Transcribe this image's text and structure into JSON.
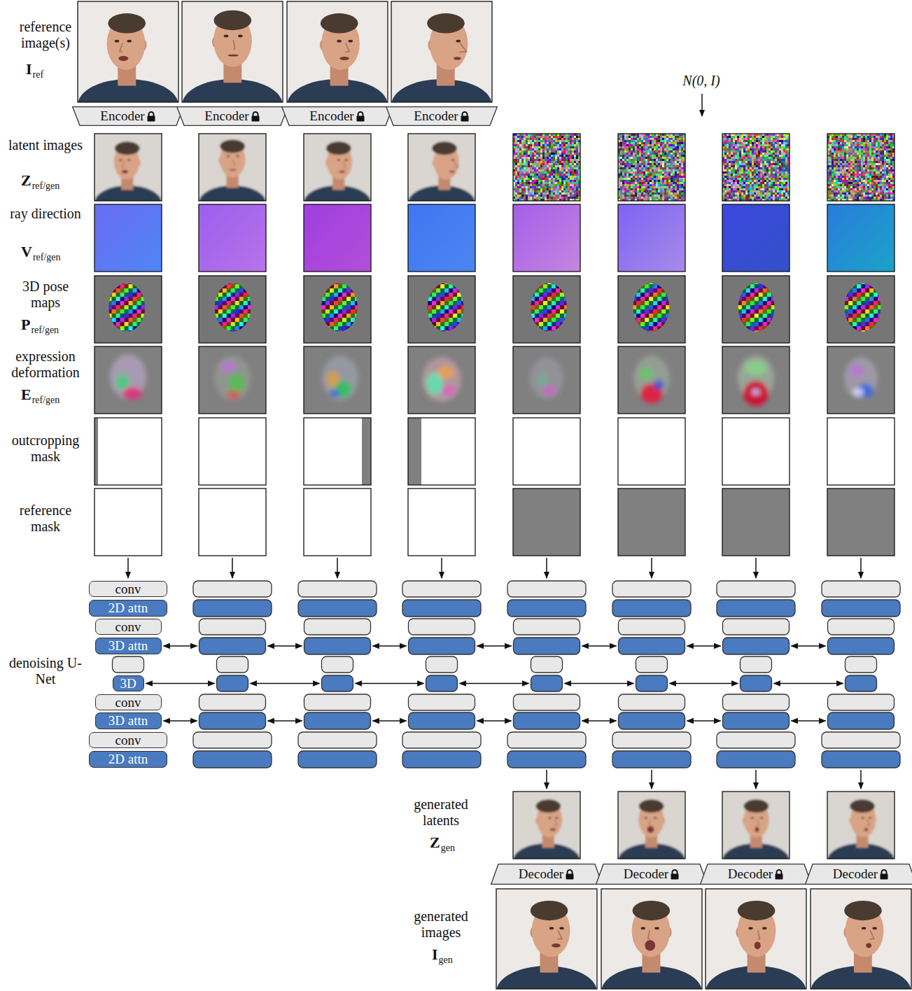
{
  "diagram": {
    "nodes": [
      {
        "text": [
          "Encoder"
        ]
      },
      {
        "text": [
          "Encoder"
        ]
      },
      {
        "text": [
          "Encoder"
        ]
      },
      {
        "text": [
          "Encoder"
        ]
      },
      {
        "text": [
          "conv"
        ]
      },
      {
        "text": [
          "2D attn"
        ]
      },
      {
        "text": [
          "conv"
        ]
      },
      {
        "text": [
          "3D attn"
        ]
      },
      {
        "text": [
          "3D"
        ]
      },
      {
        "text": [
          "conv"
        ]
      },
      {
        "text": [
          "3D attn"
        ]
      },
      {
        "text": [
          "conv"
        ]
      },
      {
        "text": [
          "2D attn"
        ]
      },
      {
        "text": [
          "Decoder"
        ]
      },
      {
        "text": [
          "Decoder"
        ]
      },
      {
        "text": [
          "Decoder"
        ]
      },
      {
        "text": [
          "Decoder"
        ]
      }
    ],
    "labels": [
      "reference image(s)",
      "I",
      "ref",
      "N(0, I)",
      "latent images",
      "Z",
      "ref/gen",
      "ray direction",
      "V",
      "ref/gen",
      "3D pose maps",
      "P",
      "ref/gen",
      "expression deformation",
      "E",
      "ref/gen",
      "outcropping mask",
      "reference mask",
      "denoising U-Net",
      "generated latents",
      "Z",
      "gen",
      "generated images",
      "I",
      "gen"
    ]
  }
}
